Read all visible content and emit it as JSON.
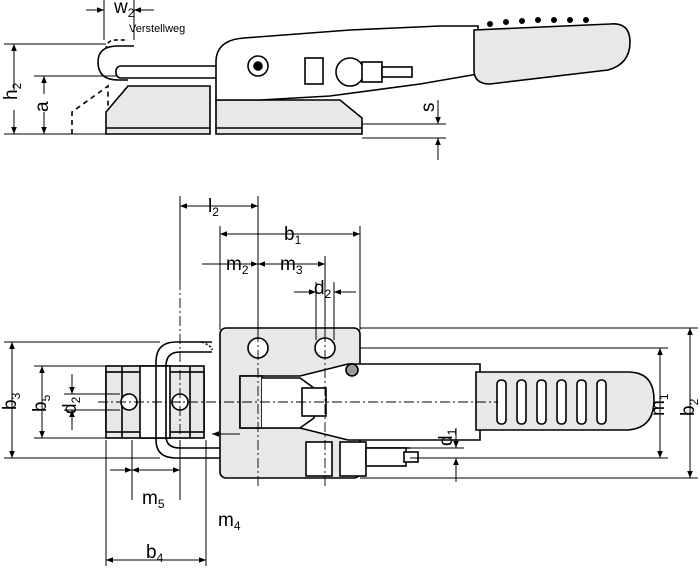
{
  "top_view": {
    "dims": {
      "w2": {
        "base": "w",
        "sub": "2"
      },
      "h2": {
        "base": "h",
        "sub": "2"
      },
      "a": {
        "base": "a",
        "sub": ""
      },
      "s": {
        "base": "s",
        "sub": ""
      }
    },
    "note": "Verstellweg"
  },
  "plan_view": {
    "dims": {
      "l2": {
        "base": "l",
        "sub": "2"
      },
      "b1": {
        "base": "b",
        "sub": "1"
      },
      "m2": {
        "base": "m",
        "sub": "2"
      },
      "m3": {
        "base": "m",
        "sub": "3"
      },
      "d2_top": {
        "base": "d",
        "sub": "2"
      },
      "b3": {
        "base": "b",
        "sub": "3"
      },
      "b5": {
        "base": "b",
        "sub": "5"
      },
      "d2_left": {
        "base": "d",
        "sub": "2"
      },
      "d1": {
        "base": "d",
        "sub": "1"
      },
      "m1": {
        "base": "m",
        "sub": "1"
      },
      "b2": {
        "base": "b",
        "sub": "2"
      },
      "m5": {
        "base": "m",
        "sub": "5"
      },
      "m4": {
        "base": "m",
        "sub": "4"
      },
      "b4": {
        "base": "b",
        "sub": "4"
      }
    }
  },
  "colors": {
    "line": "#000000",
    "fill": "#e8e8e8",
    "dark": "#9a9a9a",
    "background": "#ffffff"
  }
}
